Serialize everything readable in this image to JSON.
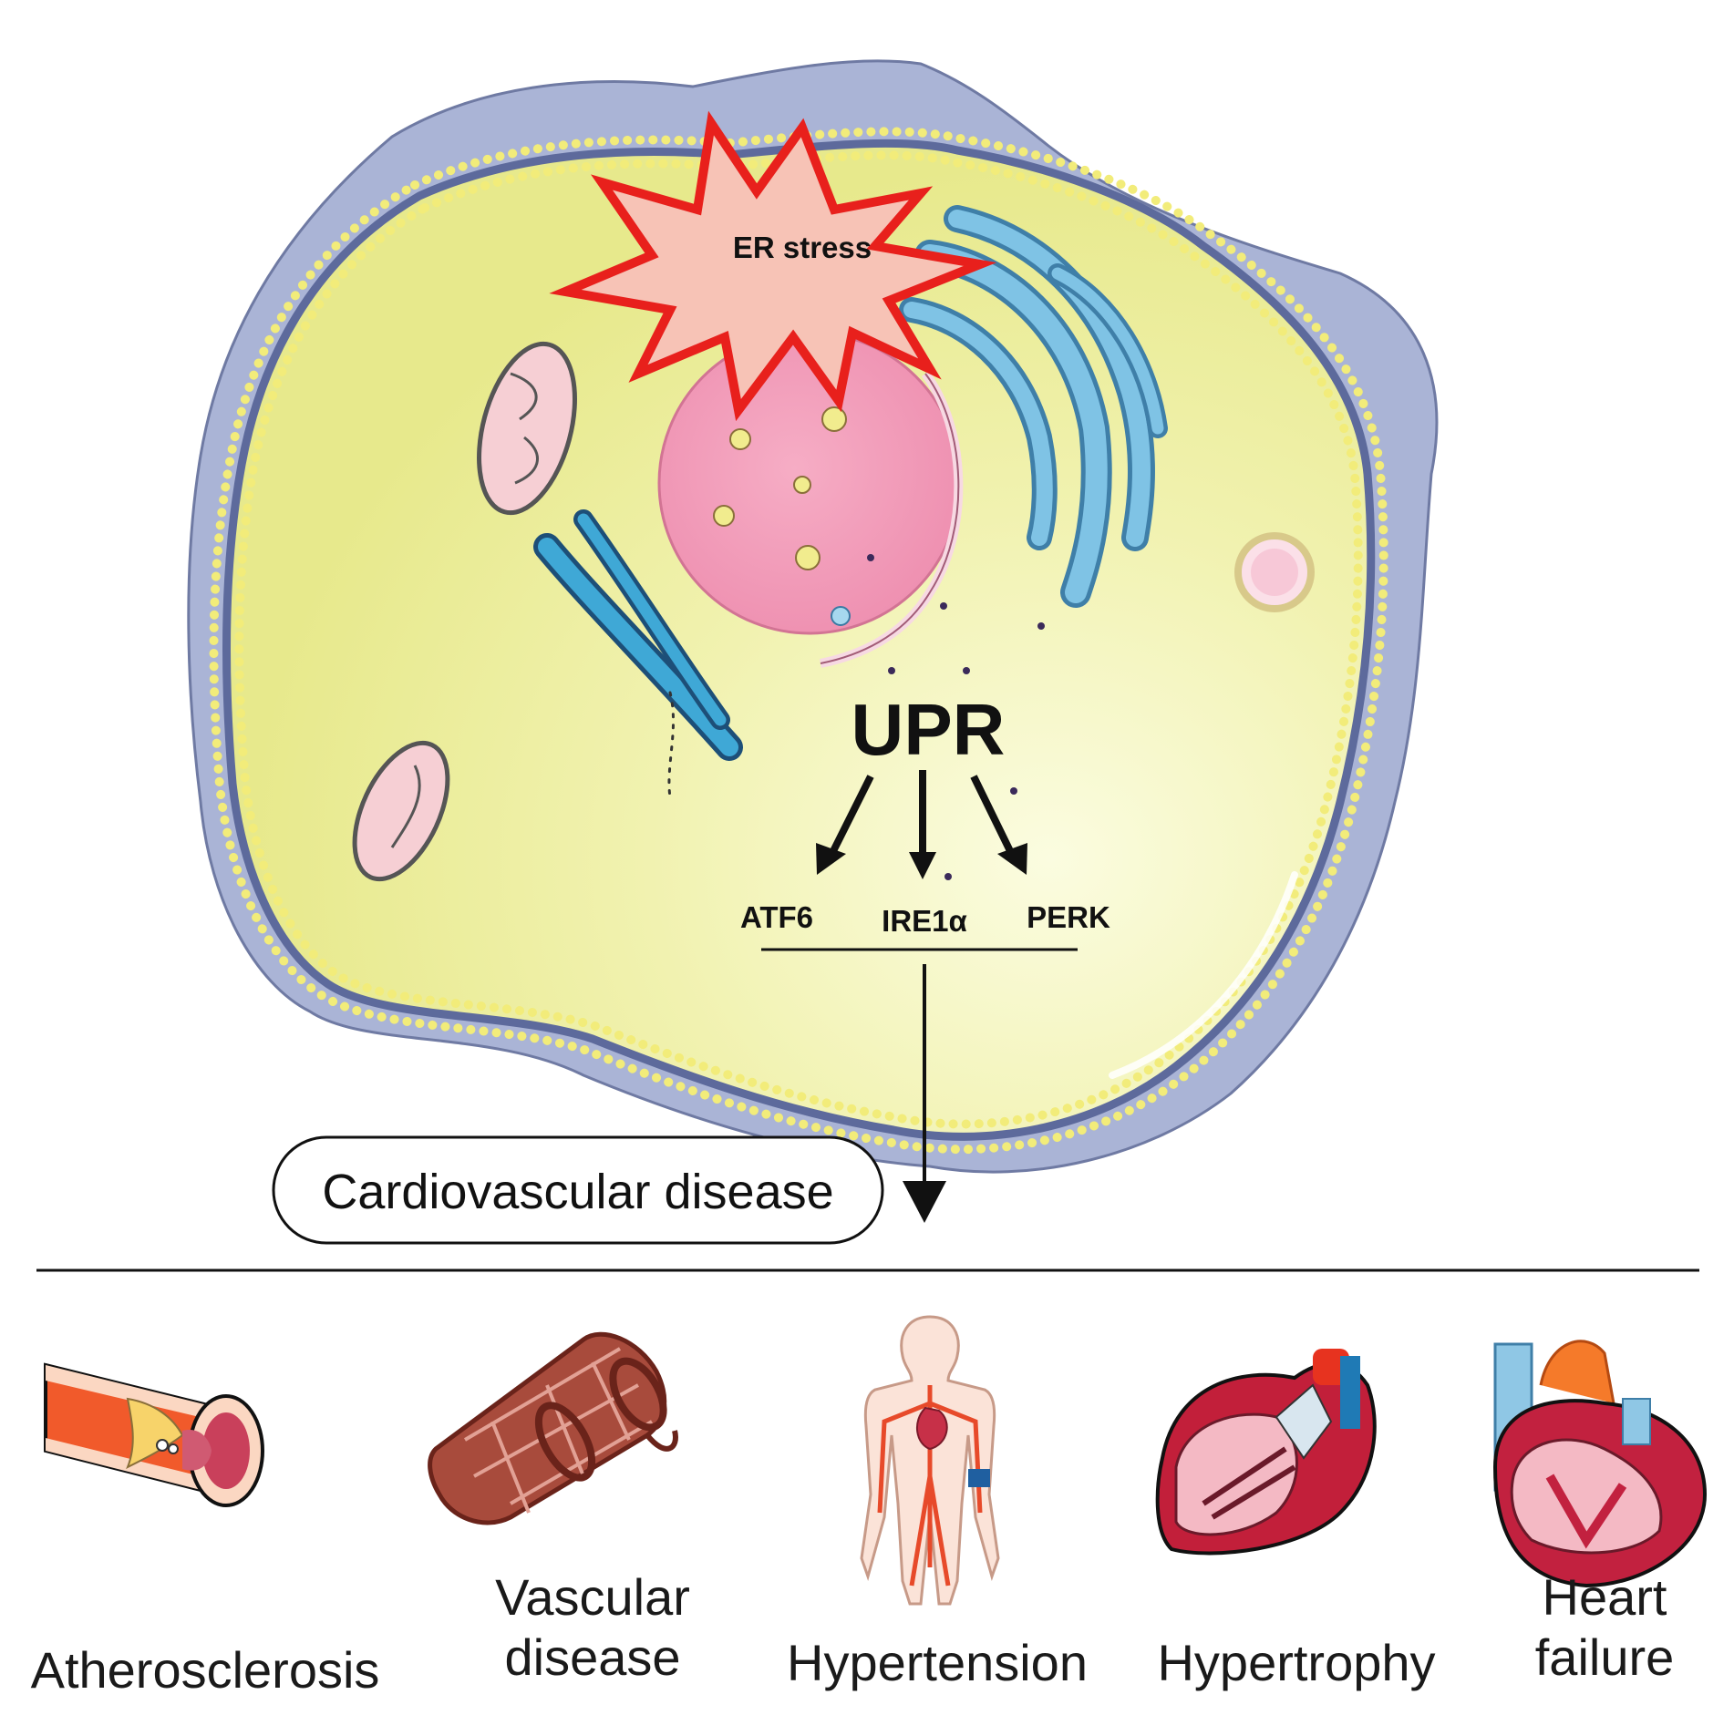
{
  "diagram": {
    "er_stress": "ER stress",
    "upr": "UPR",
    "branches": [
      "ATF6",
      "IRE1α",
      "PERK"
    ],
    "outcome": "Cardiovascular disease",
    "diseases": [
      {
        "label": "Atherosclerosis",
        "icon": "artery-plaque-icon"
      },
      {
        "label": "Vascular\ndisease",
        "icon": "damaged-vessel-icon"
      },
      {
        "label": "Hypertension",
        "icon": "human-circulation-icon"
      },
      {
        "label": "Hypertrophy",
        "icon": "hypertrophic-heart-icon"
      },
      {
        "label": "Heart\nfailure",
        "icon": "failing-heart-icon"
      }
    ]
  },
  "colors": {
    "cytoplasm": "#eef0a8",
    "membrane_beads": "#f2ec7a",
    "membrane_core": "#5d6a9c",
    "cell_outer": "#aab4d6",
    "nucleus": "#f19ab7",
    "er_stress_fill": "#f7c3b6",
    "er_stress_outline": "#e8201c",
    "golgi": "#5aa9d3",
    "mitochondria": "#f6cfd4",
    "arrow": "#111111"
  }
}
